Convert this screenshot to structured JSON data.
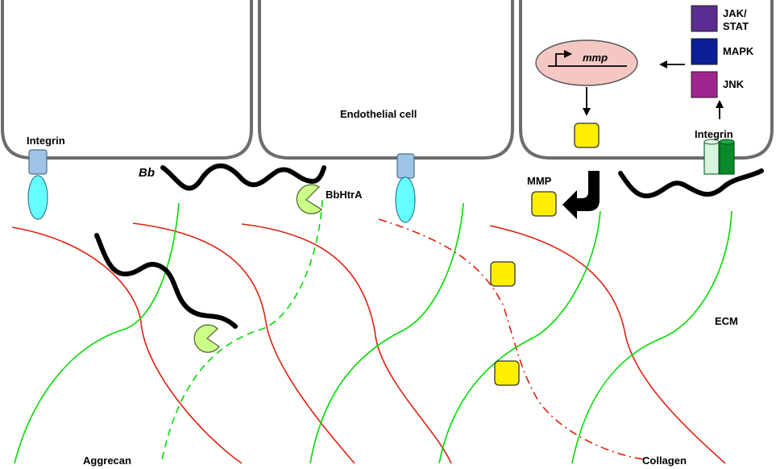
{
  "labels": {
    "integrin": "Integrin",
    "endothelial": "Endothelial cell",
    "bb": "Bb",
    "bbhtra": "BbHtrA",
    "mmp_gene": "mmp",
    "mmp_protein": "MMP",
    "ecm": "ECM",
    "aggrecan": "Aggrecan",
    "collagen": "Collagen",
    "jak_stat_1": "JAK/",
    "jak_stat_2": "STAT",
    "mapk": "MAPK",
    "jnk": "JNK"
  },
  "colors": {
    "cell_membrane": "#6d6d6d",
    "aggrecan_fiber": "#00dd00",
    "collagen_fiber": "#e02010",
    "integrin_stalk": "#9dc3e6",
    "integrin_head": "#66ffff",
    "bbhtra": "#ccff88",
    "mmp": "#ffee00",
    "nucleus": "#f4c7c3",
    "jak_stat": "#5b2d90",
    "mapk": "#0a1e96",
    "jnk": "#a0248e",
    "integrin_light": "#d8f5e0",
    "integrin_dark": "#0a8a2a"
  }
}
